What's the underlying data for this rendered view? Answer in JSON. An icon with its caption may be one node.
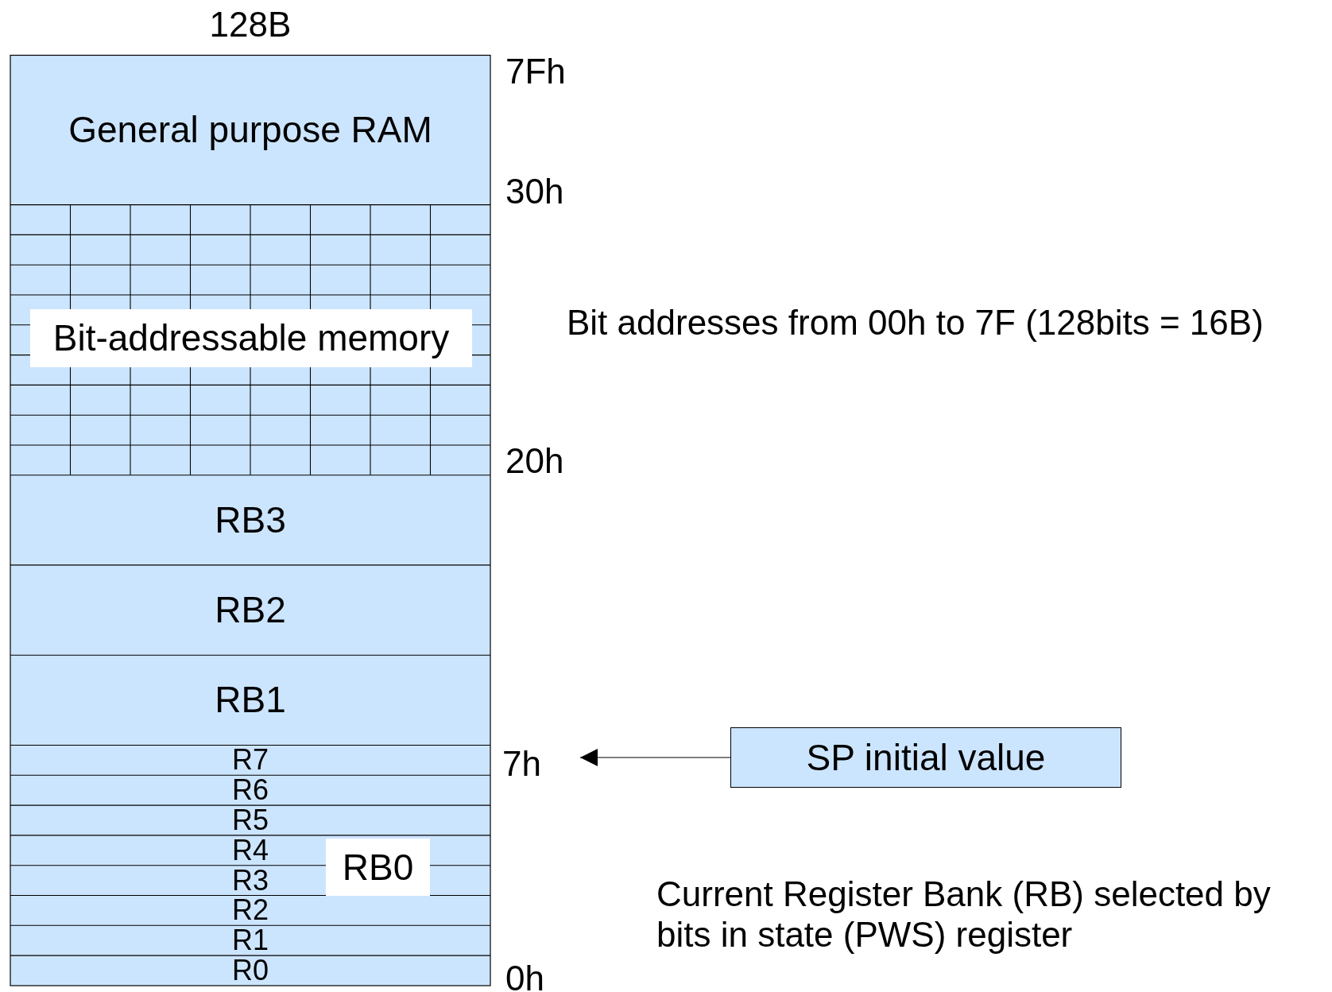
{
  "diagram": {
    "nodes": [
      {
        "text": [
          "General purpose RAM"
        ]
      },
      {
        "text": [
          "Bit-addressable memory"
        ]
      },
      {
        "text": [
          "RB3"
        ]
      },
      {
        "text": [
          "RB2"
        ]
      },
      {
        "text": [
          "RB1"
        ]
      },
      {
        "text": [
          "R7"
        ]
      },
      {
        "text": [
          "R6"
        ]
      },
      {
        "text": [
          "R5"
        ]
      },
      {
        "text": [
          "R4"
        ]
      },
      {
        "text": [
          "R3"
        ]
      },
      {
        "text": [
          "R2"
        ]
      },
      {
        "text": [
          "R1"
        ]
      },
      {
        "text": [
          "R0"
        ]
      },
      {
        "text": [
          "RB0"
        ]
      },
      {
        "text": [
          "SP initial value"
        ]
      },
      {
        "text": [
          "7h"
        ]
      }
    ],
    "edges": [
      {
        "from": 14,
        "to": 15,
        "arrow": "to"
      }
    ],
    "labels": [
      "128B",
      "7Fh",
      "30h",
      "Bit addresses from 00h to 7F (128bits = 16B)",
      "20h",
      "Current Register Bank (RB) selected by bits in state (PWS) register",
      "0h"
    ]
  }
}
